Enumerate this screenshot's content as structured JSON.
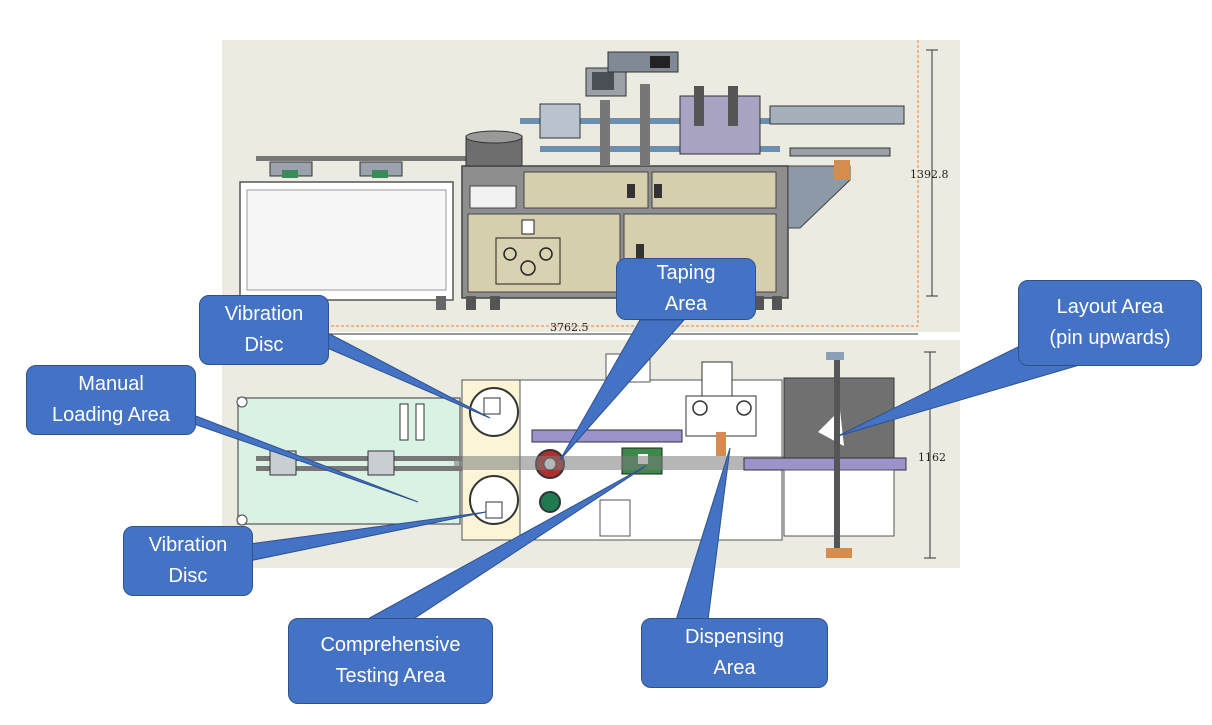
{
  "dimensions": {
    "overall_length": "3762.5",
    "height": "1392.8",
    "width": "1162"
  },
  "callouts": {
    "vibration_disc_top": "Vibration\nDisc",
    "manual_loading": "Manual\nLoading Area",
    "vibration_disc_bottom": "Vibration\nDisc",
    "comprehensive_testing": "Comprehensive\nTesting Area",
    "taping": "Taping\nArea",
    "dispensing": "Dispensing\nArea",
    "layout": "Layout Area\n(pin upwards)"
  },
  "colors": {
    "callout_fill": "#4472c4",
    "callout_border": "#2f528f",
    "drawing_background": "#ecebe2",
    "loading_zone": "#d9f2e4",
    "feeder_zone": "#fbf5d6",
    "cabinet_panel": "#d6cfae",
    "dimension_line": "#f08030"
  }
}
